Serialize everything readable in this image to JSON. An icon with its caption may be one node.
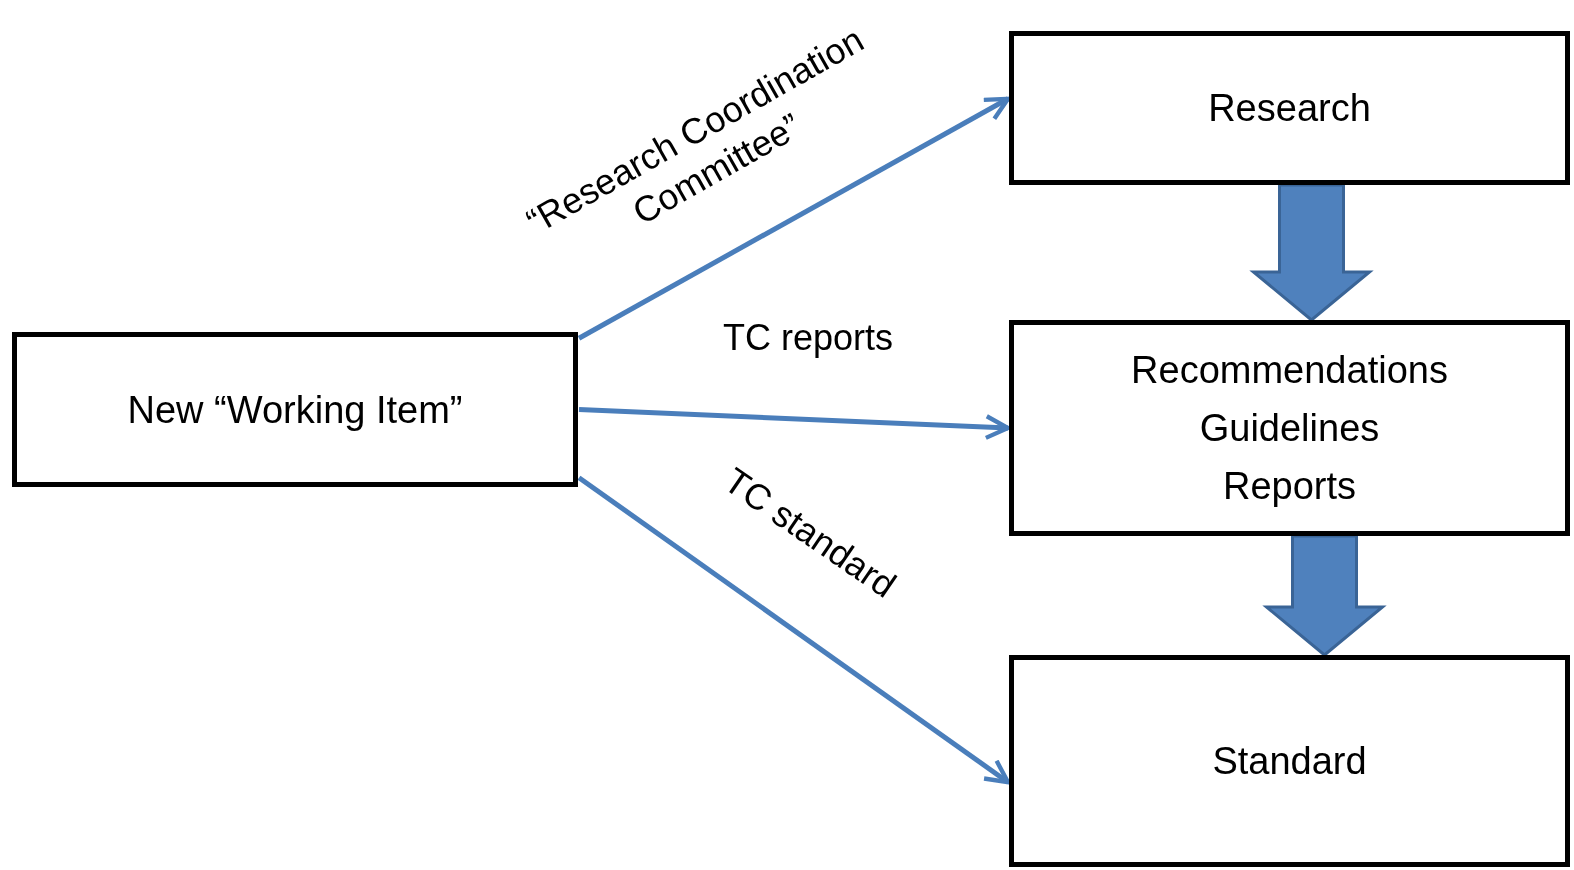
{
  "diagram": {
    "nodes": [
      {
        "text": [
          "New “Working Item”"
        ]
      },
      {
        "text": [
          "Research"
        ]
      },
      {
        "text": [
          "Recommendations",
          "Guidelines",
          "Reports"
        ]
      },
      {
        "text": [
          "Standard"
        ]
      }
    ],
    "edges": [
      {
        "from": 0,
        "to": 1,
        "arrow": "to",
        "label": "“Research Coordination Committee”"
      },
      {
        "from": 0,
        "to": 2,
        "arrow": "to",
        "label": "TC reports"
      },
      {
        "from": 0,
        "to": 3,
        "arrow": "to",
        "label": "TC standard"
      },
      {
        "from": 1,
        "to": 2,
        "arrow": "to",
        "style": "thick"
      },
      {
        "from": 2,
        "to": 3,
        "arrow": "to",
        "style": "thick"
      }
    ]
  }
}
